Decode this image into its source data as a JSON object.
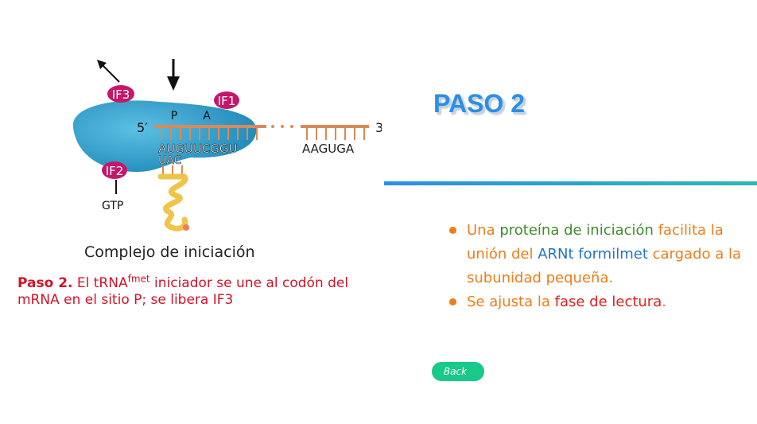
{
  "figure": {
    "labels": {
      "if3": "IF3",
      "if1": "IF1",
      "if2": "IF2",
      "site_p": "P",
      "site_a": "A",
      "five_prime": "5′",
      "three_prime": "3′",
      "mrna_seq": "AUGUUCGGU",
      "mrna_tail": "AAGUGA",
      "anticodon": "UAC",
      "gtp": "GTP"
    },
    "colors": {
      "ribosome": "#2a9cc8",
      "factor": "#c4176a",
      "mrna": "#d98a58",
      "trna": "#f0c44a"
    }
  },
  "caption": "Complejo de iniciación",
  "step": {
    "label": "Paso 2.",
    "text_1": " El tRNA",
    "sup": "fmet",
    "text_2": " iniciador se une al codón del mRNA en el sitio P; se libera IF3"
  },
  "title": "PASO 2",
  "bullets": [
    {
      "segments": [
        {
          "text": "Una ",
          "color": "#ee7d1a"
        },
        {
          "text": "proteína de iniciación",
          "color": "#3d8c2a"
        },
        {
          "text": " facilita la unión del ",
          "color": "#ee7d1a"
        },
        {
          "text": "ARNt formilmet",
          "color": "#2475c8"
        },
        {
          "text": " cargado a la subunidad pequeña.",
          "color": "#ee7d1a"
        }
      ]
    },
    {
      "segments": [
        {
          "text": "Se ajusta la ",
          "color": "#ee7d1a"
        },
        {
          "text": "fase de lectura",
          "color": "#e0201e"
        },
        {
          "text": ".",
          "color": "#ee7d1a"
        }
      ]
    }
  ],
  "back_label": "Back"
}
